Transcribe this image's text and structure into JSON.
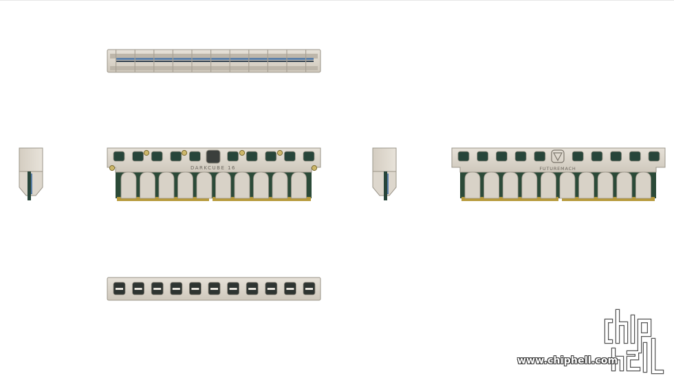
{
  "labels": {
    "darkcube": "DARKCUBE 16",
    "futuremach": "FUTUREMACH"
  },
  "watermark": {
    "url": "www.chiphell.com",
    "logo_text": "chip hell"
  },
  "colors": {
    "heatsink": "#dcd6cc",
    "heatsink_edge": "#9a9488",
    "slot": "#27453a",
    "pcb": "#2b4a38",
    "gold": "#b79a3c",
    "blue_strip": "#5b7fa8"
  }
}
